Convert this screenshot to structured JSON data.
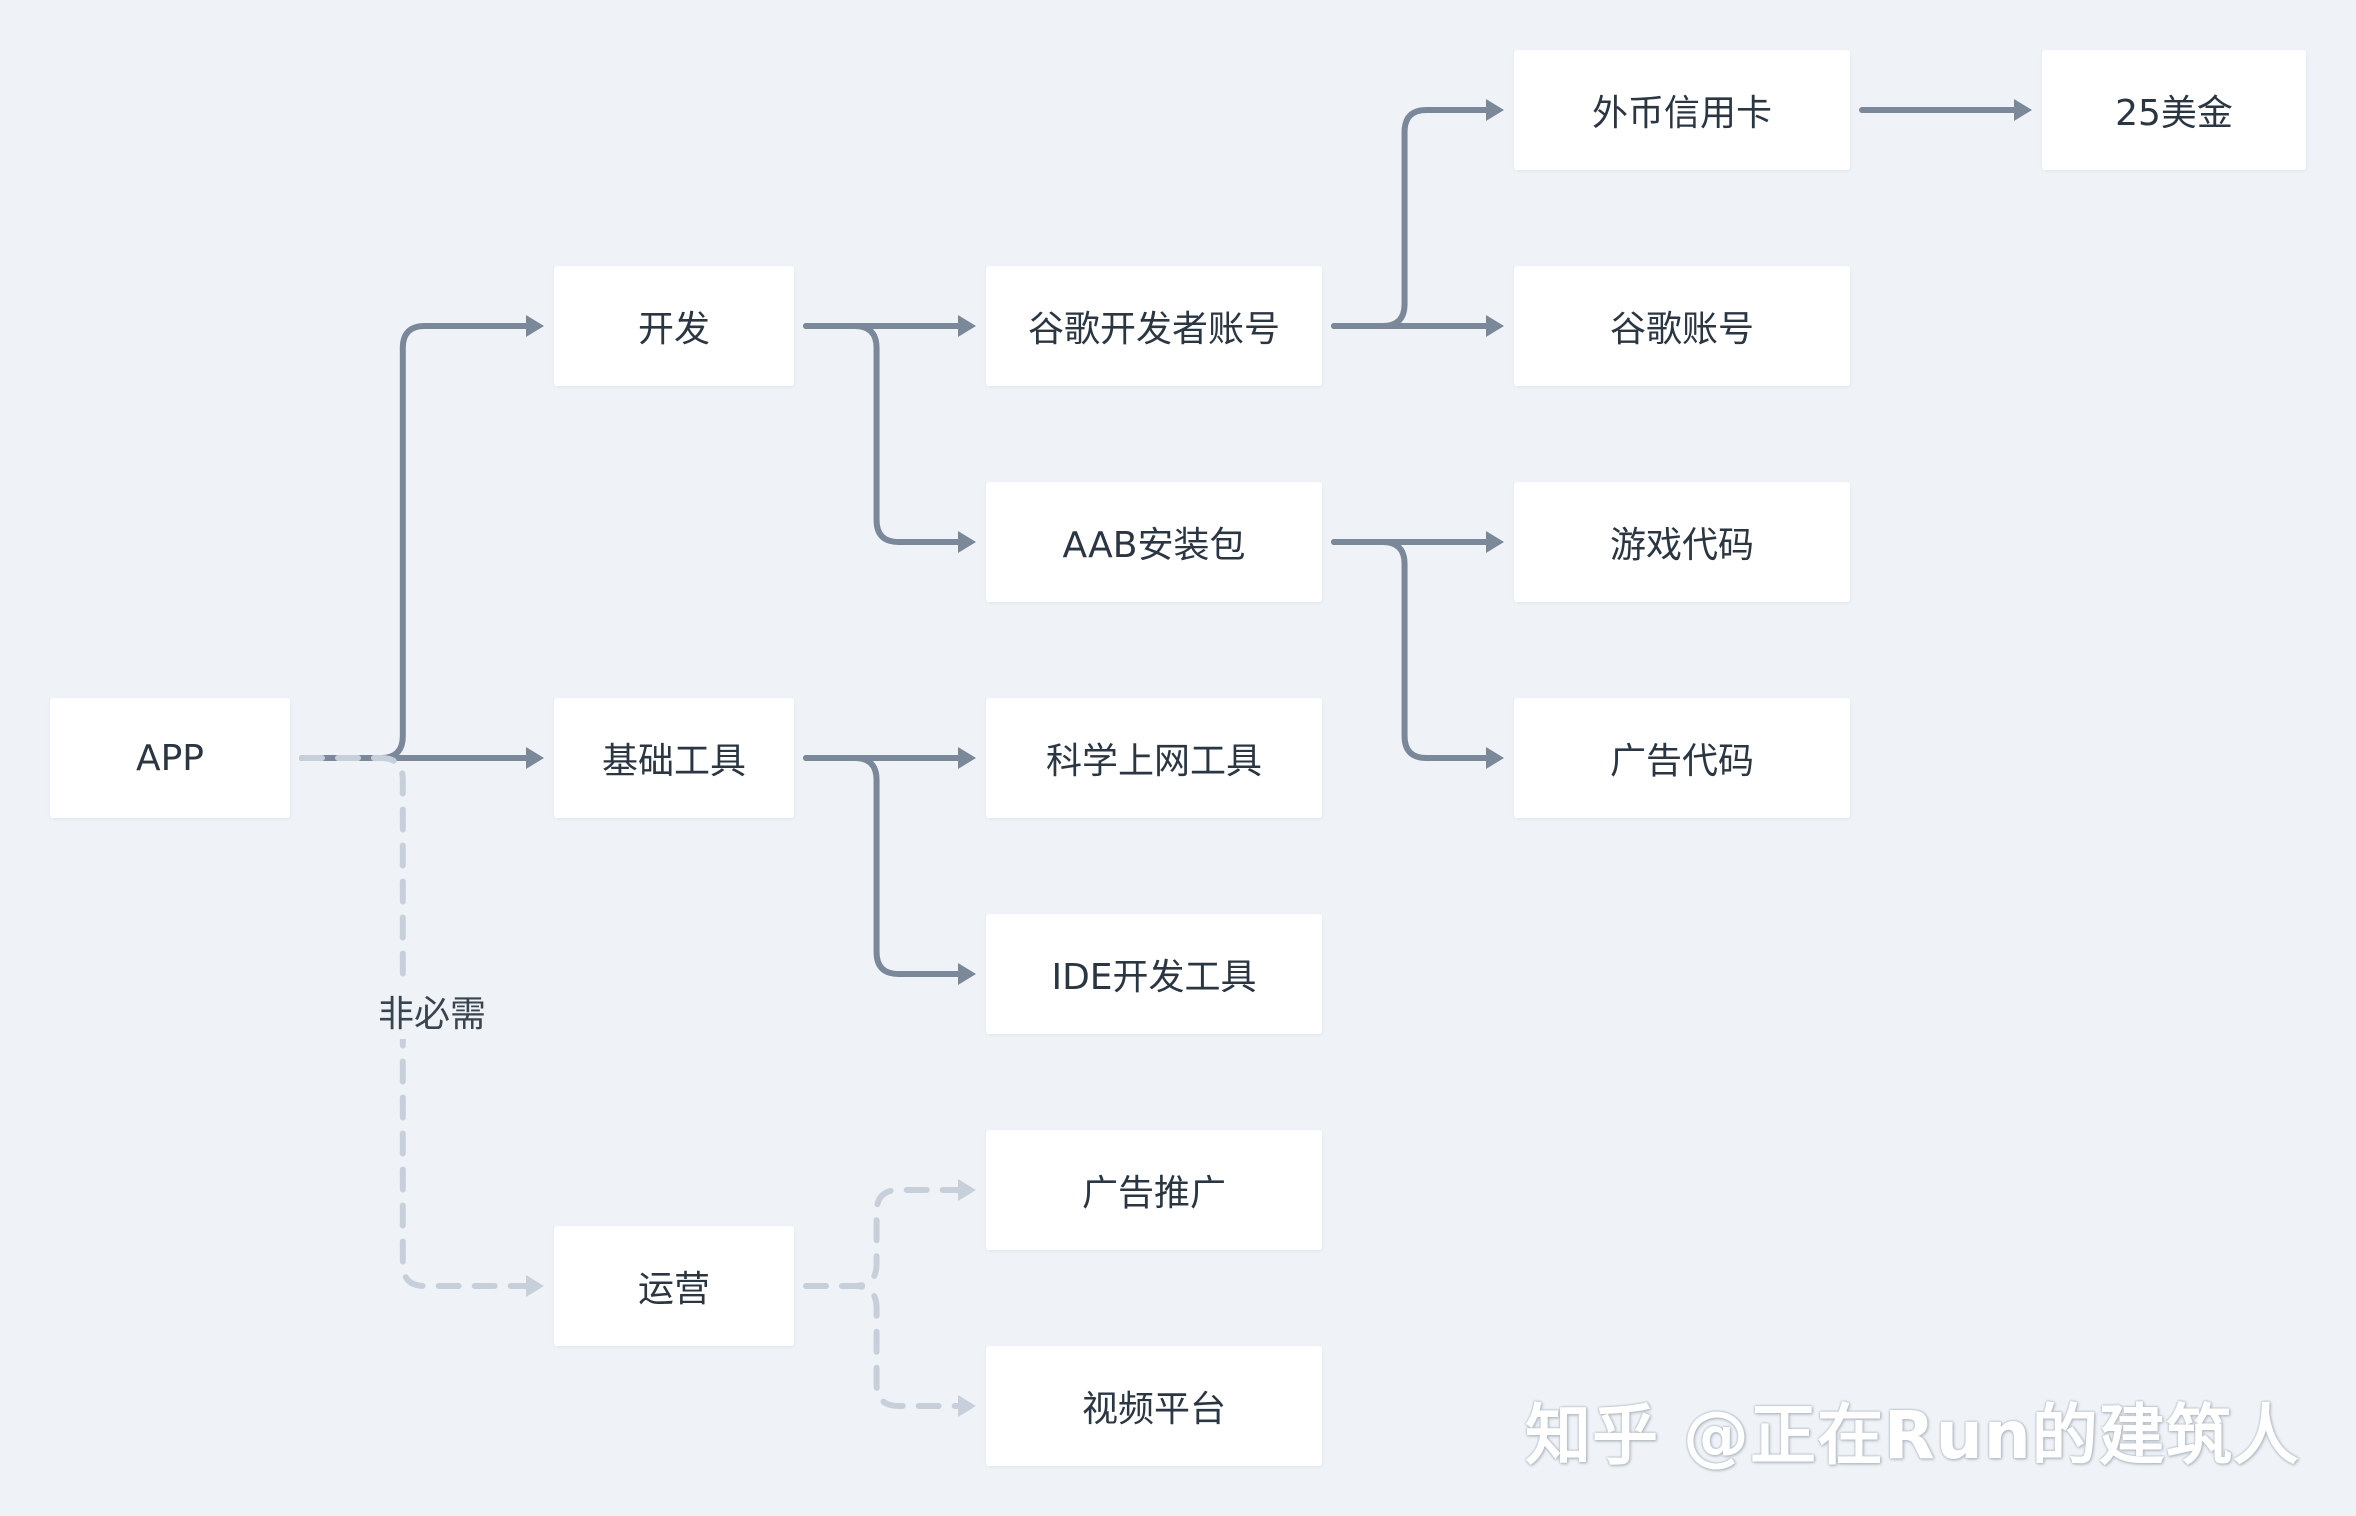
{
  "diagram": {
    "nodes": {
      "app": "APP",
      "kaifa": "开发",
      "jichu": "基础工具",
      "yunying": "运营",
      "google_dev": "谷歌开发者账号",
      "aab": "AAB安装包",
      "vpn": "科学上网工具",
      "ide": "IDE开发工具",
      "ad_promo": "广告推广",
      "video": "视频平台",
      "card": "外币信用卡",
      "usd25": "25美金",
      "google_acct": "谷歌账号",
      "game_code": "游戏代码",
      "ad_code": "广告代码"
    },
    "edge_label": "非必需",
    "edges": [
      {
        "from": "app",
        "to": "kaifa",
        "style": "solid"
      },
      {
        "from": "app",
        "to": "jichu",
        "style": "solid"
      },
      {
        "from": "app",
        "to": "yunying",
        "style": "dashed",
        "label": "非必需"
      },
      {
        "from": "kaifa",
        "to": "google_dev",
        "style": "solid"
      },
      {
        "from": "kaifa",
        "to": "aab",
        "style": "solid"
      },
      {
        "from": "jichu",
        "to": "vpn",
        "style": "solid"
      },
      {
        "from": "jichu",
        "to": "ide",
        "style": "solid"
      },
      {
        "from": "yunying",
        "to": "ad_promo",
        "style": "dashed"
      },
      {
        "from": "yunying",
        "to": "video",
        "style": "dashed"
      },
      {
        "from": "google_dev",
        "to": "card",
        "style": "solid"
      },
      {
        "from": "google_dev",
        "to": "google_acct",
        "style": "solid"
      },
      {
        "from": "card",
        "to": "usd25",
        "style": "solid"
      },
      {
        "from": "aab",
        "to": "game_code",
        "style": "solid"
      },
      {
        "from": "aab",
        "to": "ad_code",
        "style": "solid"
      }
    ]
  },
  "colors": {
    "solid_edge": "#7a8899",
    "dashed_edge": "#c7d0da",
    "node_bg": "#ffffff",
    "canvas_bg": "#eff3f7"
  },
  "watermark": "知乎 @正在Run的建筑人"
}
